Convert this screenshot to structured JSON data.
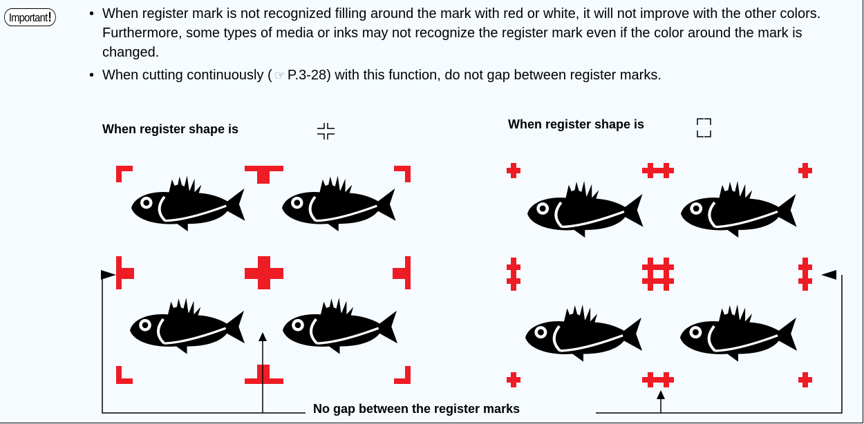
{
  "badge": {
    "text": "Important",
    "mark": "!"
  },
  "notes": [
    {
      "bullet": "•",
      "text": "When register mark is not recognized filling around the mark with red or white, it will not improve with the other colors. Furthermore, some types of media or inks may not recognize the register mark even if the color around the mark is changed."
    },
    {
      "bullet": "•",
      "before": "When cutting continuously (",
      "icon": "reference-pointer-icon",
      "ref": "P.3-28",
      "after": ") with this function, do not gap between register marks."
    }
  ],
  "figures": {
    "left_heading": "When register shape is",
    "right_heading": "When register shape is",
    "caption": "No gap between the register marks"
  },
  "colors": {
    "mark_red": "#ee1c25",
    "panel_bg": "#f5fbff",
    "ink": "#000000"
  }
}
